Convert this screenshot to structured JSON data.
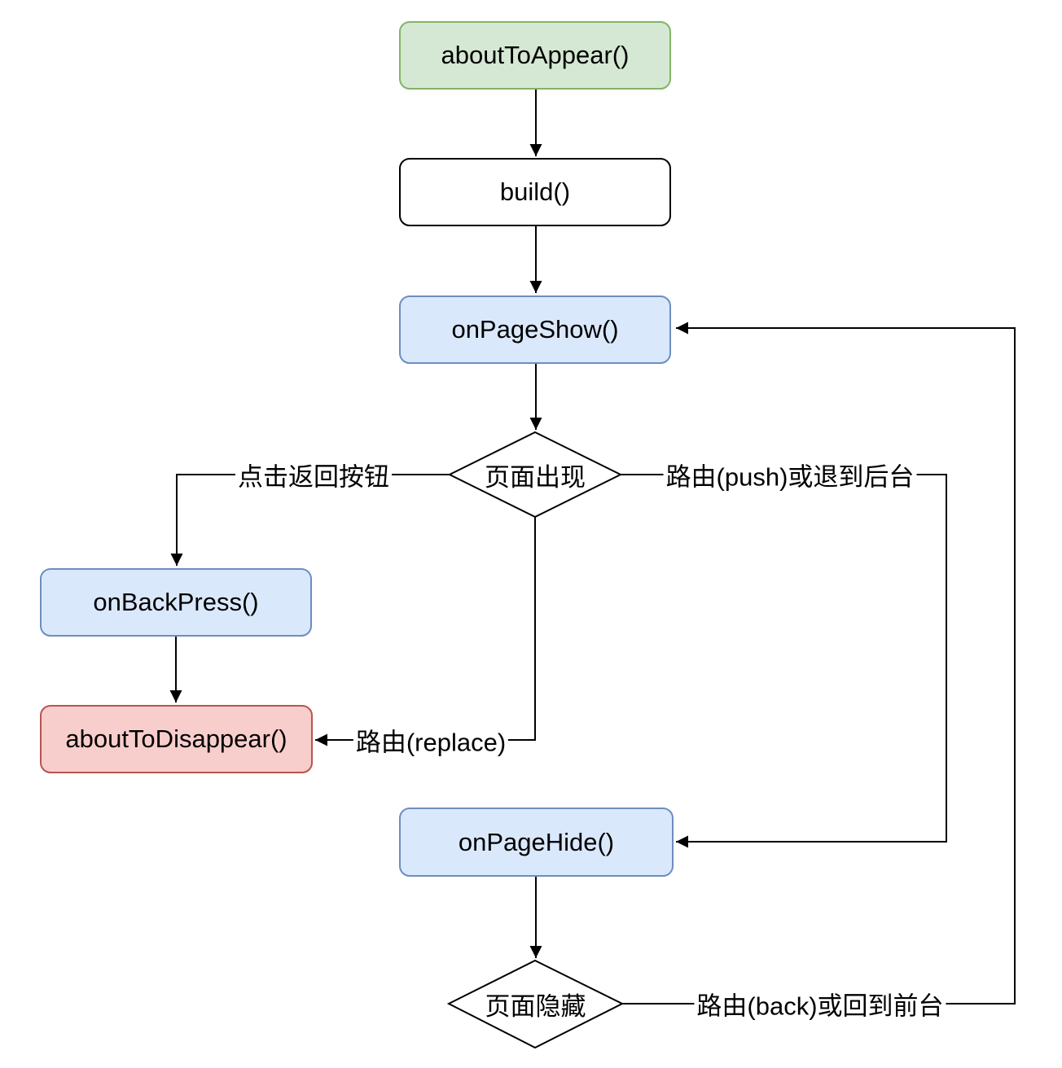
{
  "diagram": {
    "type": "flowchart",
    "nodes": {
      "about_to_appear": {
        "label": "aboutToAppear()",
        "shape": "rounded-rect",
        "color": "green"
      },
      "build": {
        "label": "build()",
        "shape": "rounded-rect",
        "color": "white"
      },
      "on_page_show": {
        "label": "onPageShow()",
        "shape": "rounded-rect",
        "color": "blue"
      },
      "page_appear": {
        "label": "页面出现",
        "shape": "diamond",
        "color": "white"
      },
      "on_back_press": {
        "label": "onBackPress()",
        "shape": "rounded-rect",
        "color": "blue"
      },
      "about_to_disappear": {
        "label": "aboutToDisappear()",
        "shape": "rounded-rect",
        "color": "red"
      },
      "on_page_hide": {
        "label": "onPageHide()",
        "shape": "rounded-rect",
        "color": "blue"
      },
      "page_hidden": {
        "label": "页面隐藏",
        "shape": "diamond",
        "color": "white"
      }
    },
    "edge_labels": {
      "click_back": "点击返回按钮",
      "route_push": "路由(push)或退到后台",
      "route_replace": "路由(replace)",
      "route_back": "路由(back)或回到前台"
    },
    "edges": [
      {
        "from": "about_to_appear",
        "to": "build"
      },
      {
        "from": "build",
        "to": "on_page_show"
      },
      {
        "from": "on_page_show",
        "to": "page_appear"
      },
      {
        "from": "page_appear",
        "to": "on_back_press",
        "label": "点击返回按钮"
      },
      {
        "from": "on_back_press",
        "to": "about_to_disappear"
      },
      {
        "from": "page_appear",
        "to": "about_to_disappear",
        "label": "路由(replace)"
      },
      {
        "from": "page_appear",
        "to": "on_page_hide",
        "label": "路由(push)或退到后台"
      },
      {
        "from": "on_page_hide",
        "to": "page_hidden"
      },
      {
        "from": "page_hidden",
        "to": "on_page_show",
        "label": "路由(back)或回到前台"
      }
    ],
    "colors": {
      "green_fill": "#d5e8d4",
      "green_border": "#82b366",
      "blue_fill": "#dae8fc",
      "blue_border": "#6c8ebf",
      "red_fill": "#f8cecc",
      "red_border": "#b85450",
      "plain_fill": "#ffffff",
      "plain_border": "#000000",
      "line": "#000000",
      "background": "#ffffff"
    }
  }
}
